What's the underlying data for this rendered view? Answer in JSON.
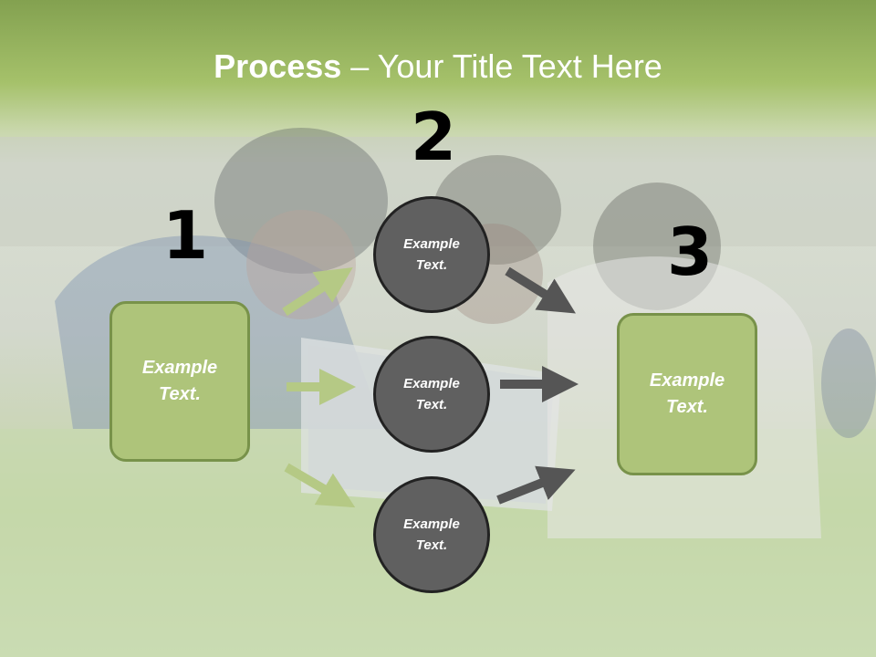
{
  "title": {
    "bold": "Process",
    "rest": " – Your Title Text Here"
  },
  "steps": {
    "one": {
      "number": "1",
      "text": "Example Text."
    },
    "two": {
      "number": "2",
      "text": "Example Text."
    },
    "three": {
      "number": "3",
      "text": "Example Text."
    }
  },
  "middle_items": [
    {
      "text": "Example Text."
    },
    {
      "text": "Example Text."
    },
    {
      "text": "Example Text."
    }
  ],
  "colors": {
    "accent_green": "#aec47a",
    "arrow_green": "#b5c985",
    "circle_gray": "#606060",
    "arrow_gray": "#555555"
  }
}
